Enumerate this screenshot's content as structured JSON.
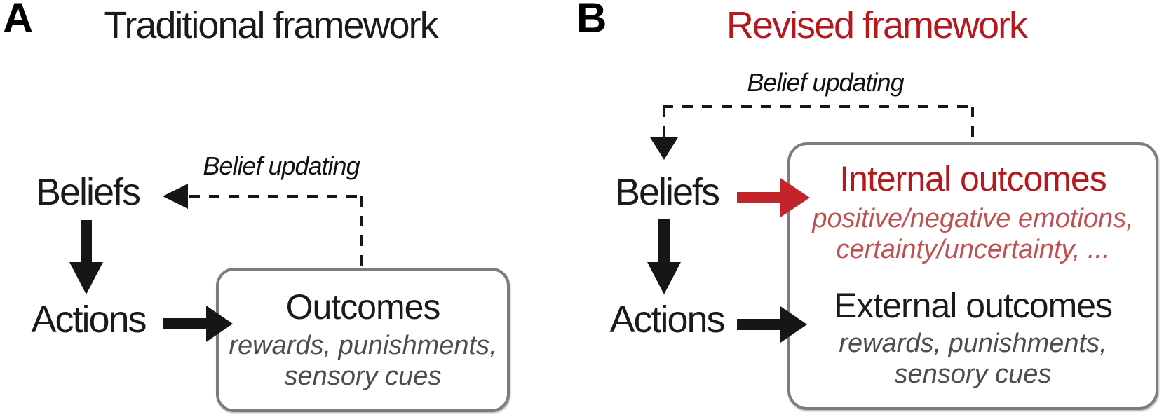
{
  "figure": {
    "panel_a": {
      "label": "A",
      "title": "Traditional framework",
      "beliefs": "Beliefs",
      "actions": "Actions",
      "belief_updating": "Belief updating",
      "outcomes": {
        "heading": "Outcomes",
        "line1": "rewards, punishments,",
        "line2": "sensory cues"
      }
    },
    "panel_b": {
      "label": "B",
      "title": "Revised framework",
      "beliefs": "Beliefs",
      "actions": "Actions",
      "belief_updating": "Belief updating",
      "internal": {
        "heading": "Internal outcomes",
        "line1": "positive/negative emotions,",
        "line2": "certainty/uncertainty, ..."
      },
      "external": {
        "heading": "External outcomes",
        "line1": "rewards, punishments,",
        "line2": "sensory cues"
      }
    },
    "colors": {
      "title_a": "#1a1a1a",
      "title_b": "#b5191e",
      "internal_heading": "#b5191e",
      "internal_subtitle": "#c24e51",
      "belief_to_internal_arrow": "#c3242a",
      "external_subtitle": "#4d4d4d",
      "box_border": "#7c7c7c",
      "arrows_black": "#161616"
    }
  }
}
